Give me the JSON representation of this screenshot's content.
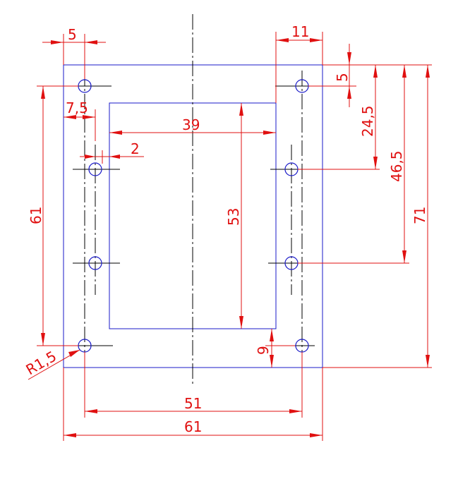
{
  "drawing": {
    "units": "mm",
    "plate": {
      "width": 61,
      "height": 71
    },
    "window": {
      "width": 39,
      "height": 53
    },
    "hole_radius": "R1,5"
  },
  "dimensions": {
    "top_left_offset": "5",
    "top_right_offset": "11",
    "right_top_offset": "5",
    "right_24_5": "24,5",
    "right_46_5": "46,5",
    "right_total_height": "71",
    "left_hole_span": "61",
    "left_inset": "7,5",
    "window_width": "39",
    "inner_gap": "2",
    "window_height": "53",
    "hole_radius": "R1,5",
    "bottom_offset": "9",
    "hole_span_horizontal": "51",
    "total_width": "61"
  }
}
